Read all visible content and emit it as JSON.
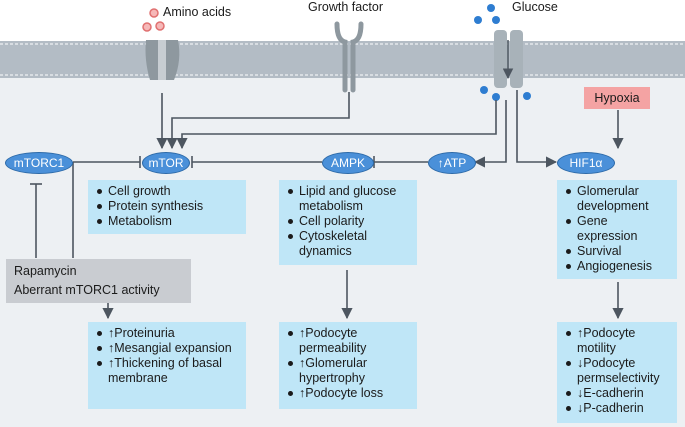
{
  "membrane": {
    "label_amino": "Amino acids",
    "label_growth": "Growth factor",
    "label_glucose": "Glucose"
  },
  "nodes": {
    "mtorc1": "mTORC1",
    "mtor": "mTOR",
    "ampk": "AMPK",
    "atp": "↑ATP",
    "hif": "HIF1α",
    "hypoxia": "Hypoxia"
  },
  "rapamycin": {
    "line1": "Rapamycin",
    "line2": "Aberrant mTORC1 activity"
  },
  "panels": {
    "mtor_effects": [
      "Cell growth",
      "Protein synthesis",
      "Metabolism"
    ],
    "ampk_effects": [
      "Lipid and glucose metabolism",
      "Cell polarity",
      "Cytoskeletal dynamics"
    ],
    "hif_effects": [
      "Glomerular development",
      "Gene expression",
      "Survival",
      "Angiogenesis"
    ],
    "mtor_outcomes": [
      "↑Proteinuria",
      "↑Mesangial expansion",
      "↑Thickening of basal membrane"
    ],
    "ampk_outcomes": [
      "↑Podocyte permeability",
      "↑Glomerular hypertrophy",
      "↑Podocyte loss"
    ],
    "hif_outcomes": [
      "↑Podocyte motility",
      "↓Podocyte permselectivity",
      "↓E-cadherin",
      "↓P-cadherin"
    ]
  },
  "colors": {
    "membrane": "#b3bcc5",
    "cytoplasm": "#edf0f3",
    "oval": "#4a90d9",
    "panel": "#bfe6f7",
    "hypoxia": "#f4a3a3",
    "rapamycin": "#c9ccd1",
    "lines": "#4d5660",
    "amino_dots": "#f08a8a",
    "glucose_dots": "#2e7dd1"
  }
}
